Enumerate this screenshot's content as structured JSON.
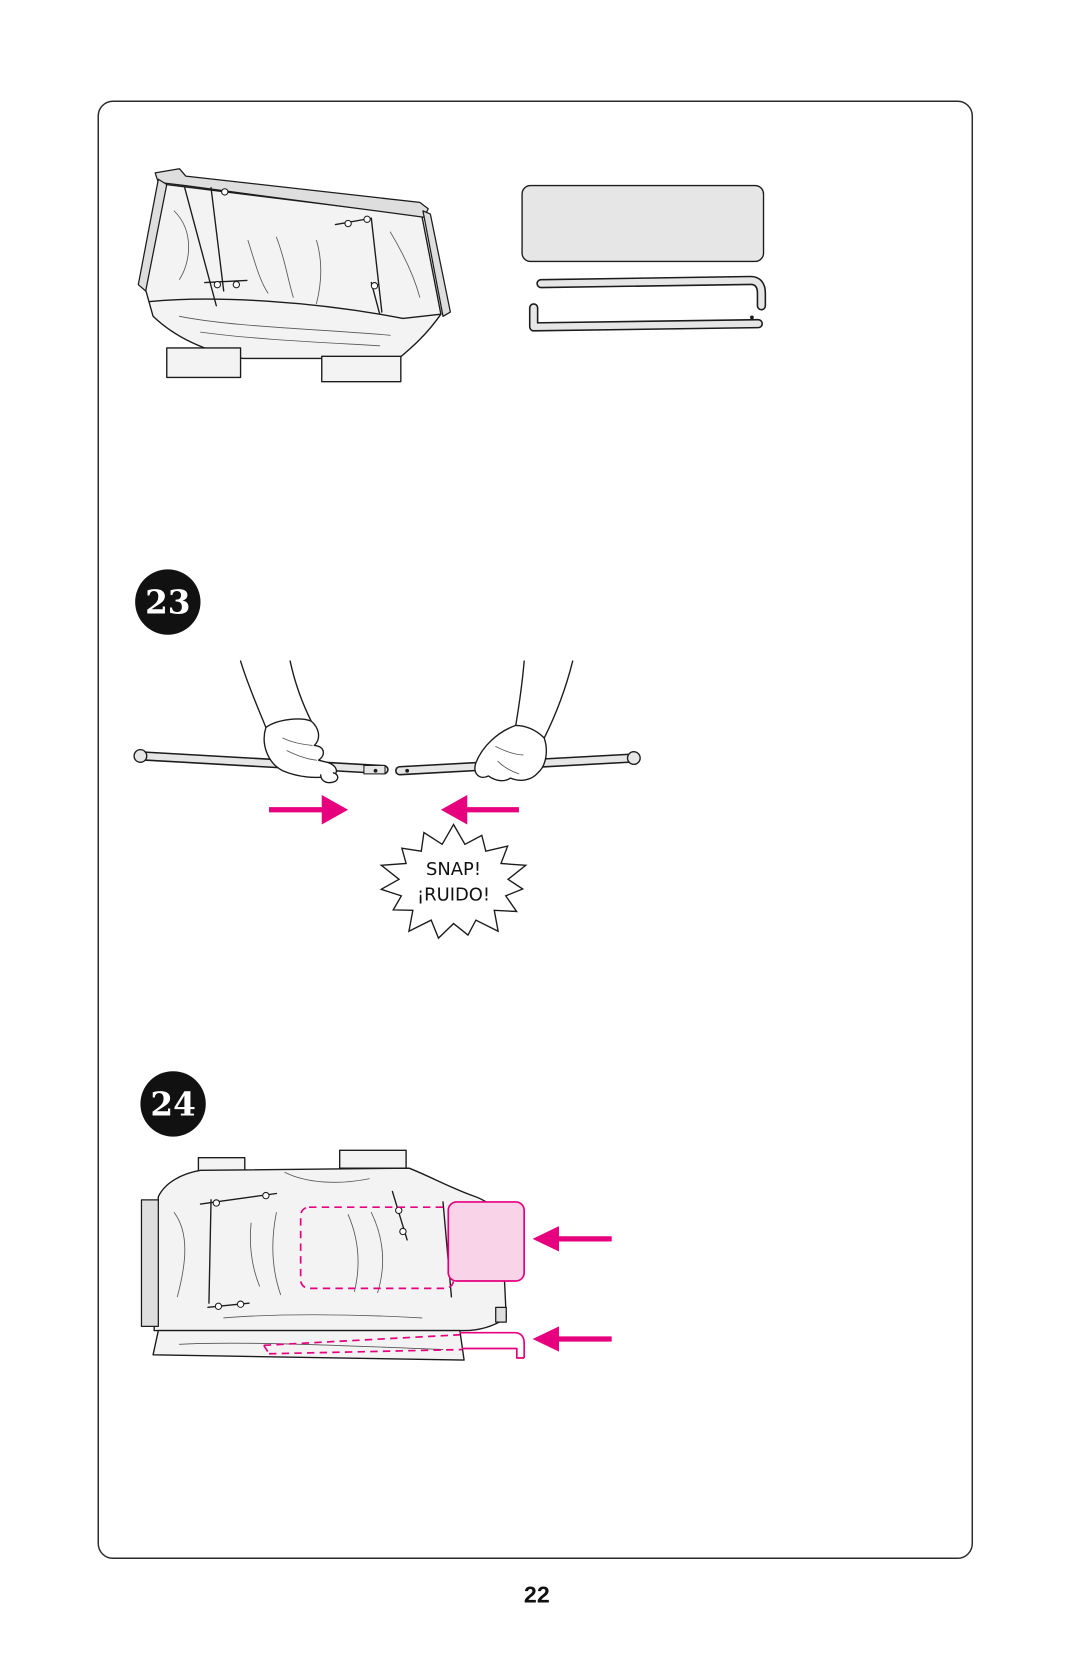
{
  "page_number": "22",
  "steps": [
    {
      "number": "23"
    },
    {
      "number": "24"
    }
  ],
  "snap_callout": {
    "line1": "SNAP!",
    "line2": "¡RUIDO!"
  },
  "colors": {
    "accent": "#e6007e",
    "pad_highlight": "#f9d3e8",
    "step_badge": "#111111"
  },
  "icons": [
    "arrow-right-icon",
    "arrow-left-icon",
    "starburst-icon"
  ]
}
